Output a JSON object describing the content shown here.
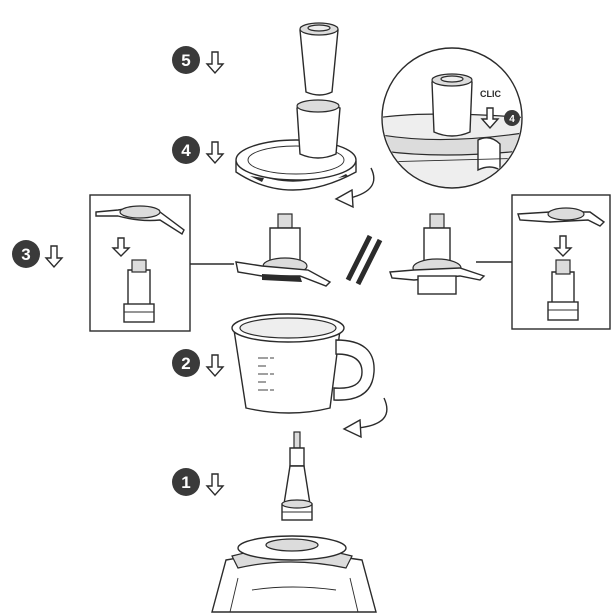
{
  "steps": [
    {
      "number": "1",
      "part": "motor shaft"
    },
    {
      "number": "2",
      "part": "bowl"
    },
    {
      "number": "3",
      "part": "blade"
    },
    {
      "number": "4",
      "part": "lid"
    },
    {
      "number": "5",
      "part": "pusher"
    }
  ],
  "callout": {
    "clic_label": "CLIC",
    "step_number": "4"
  },
  "colors": {
    "ink": "#2b2b2b",
    "badge": "#3a3a3a",
    "background": "#ffffff"
  },
  "icons": [
    "down-arrow-icon",
    "rotate-arrow-icon",
    "alternative-separator-icon"
  ]
}
